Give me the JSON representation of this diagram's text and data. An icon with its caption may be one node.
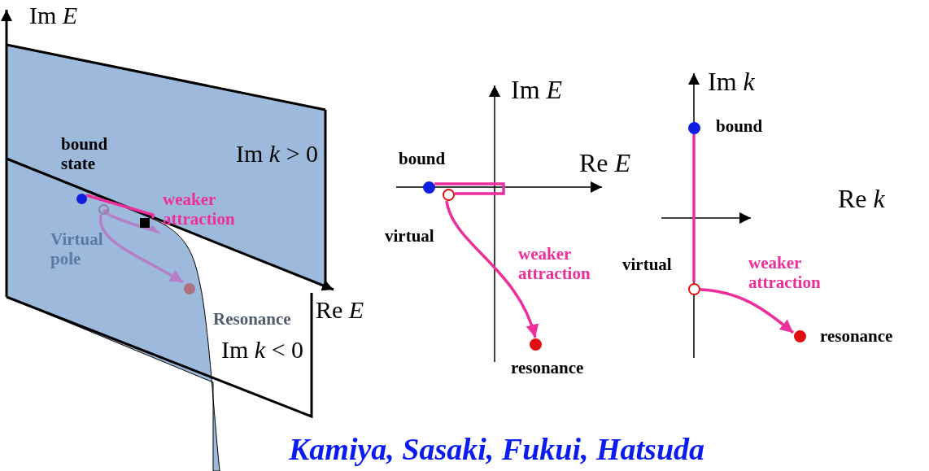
{
  "diagram": {
    "nodes": [
      {
        "text": [],
        "shape": "circle",
        "beside": [
          "bound state"
        ]
      },
      {
        "text": [],
        "shape": "box"
      },
      {
        "text": [],
        "shape": "circle",
        "beside": [
          "Virtual pole"
        ]
      },
      {
        "text": [],
        "shape": "circle",
        "beside": [
          "Resonance"
        ]
      },
      {
        "text": [],
        "shape": "circle",
        "beside": [
          "bound"
        ]
      },
      {
        "text": [],
        "shape": "circle",
        "beside": [
          "virtual"
        ]
      },
      {
        "text": [],
        "shape": "circle",
        "beside": [
          "resonance"
        ]
      },
      {
        "text": [],
        "shape": "circle",
        "beside": [
          "bound"
        ]
      },
      {
        "text": [],
        "shape": "circle",
        "beside": [
          "virtual"
        ]
      },
      {
        "text": [],
        "shape": "circle",
        "beside": [
          "resonance"
        ]
      }
    ],
    "edges": [
      {
        "from": 0,
        "to": 1,
        "arrow": "none",
        "label": "weaker attraction"
      },
      {
        "from": 1,
        "to": 2,
        "arrow": "none",
        "color": "#b57fc6"
      },
      {
        "from": 2,
        "to": 3,
        "arrow": "to",
        "color": "#b57fc6"
      },
      {
        "from": 4,
        "to": 5,
        "arrow": "none"
      },
      {
        "from": 5,
        "to": 6,
        "arrow": "to",
        "label": "weaker attraction"
      },
      {
        "from": 7,
        "to": 8,
        "arrow": "none"
      },
      {
        "from": 8,
        "to": 9,
        "arrow": "to",
        "label": "weaker attraction"
      }
    ],
    "labels": [
      "Im *E*",
      "Im *k* > 0",
      "Re *E*",
      "Im *k* < 0",
      "Im *E*",
      "Re *E*",
      "Im *k*",
      "Re *k*",
      "Kamiya, Sasaki, Fukui, Hatsuda"
    ]
  }
}
